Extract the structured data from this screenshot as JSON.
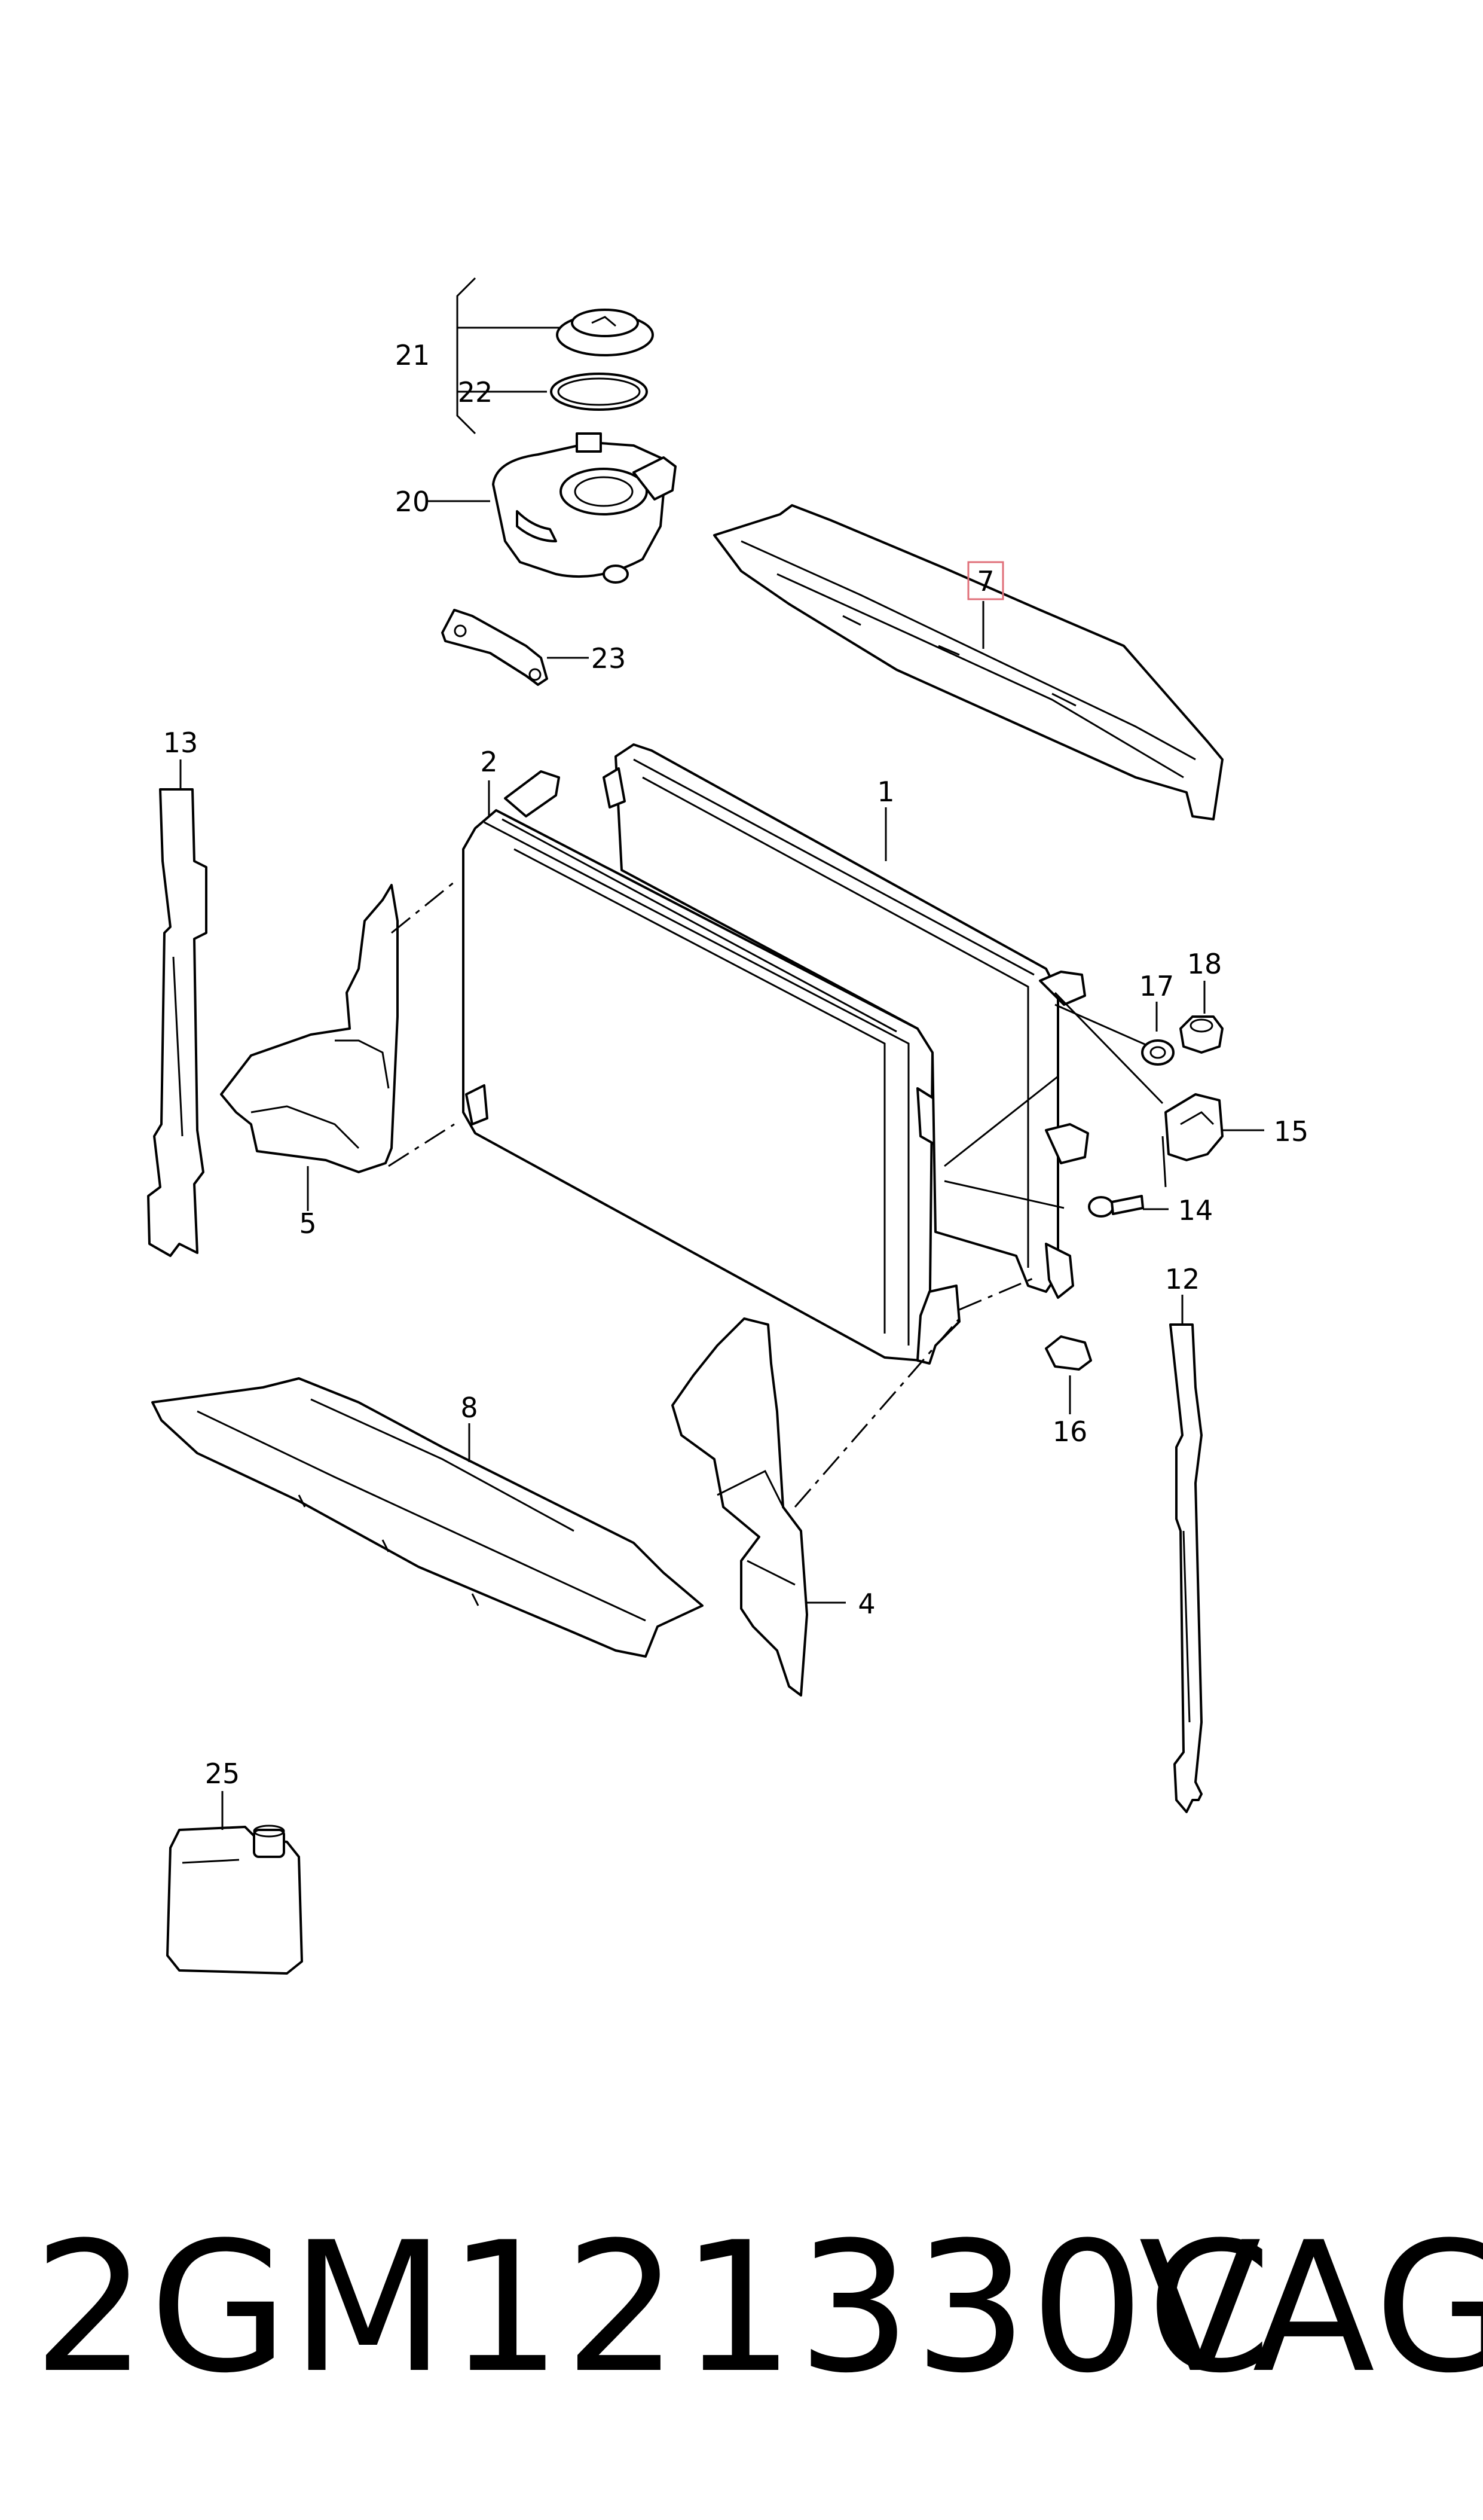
{
  "diagram": {
    "callouts": {
      "c1": "1",
      "c2": "2",
      "c4": "4",
      "c5": "5",
      "c7": "7",
      "c8": "8",
      "c12": "12",
      "c13": "13",
      "c14": "14",
      "c15": "15",
      "c16": "16",
      "c17": "17",
      "c18": "18",
      "c20": "20",
      "c21": "21",
      "c22": "22",
      "c23": "23",
      "c25": "25"
    },
    "highlight_color": "#e0707a"
  },
  "footer": {
    "part_number": "2GM121330C",
    "brand": "VAG"
  }
}
